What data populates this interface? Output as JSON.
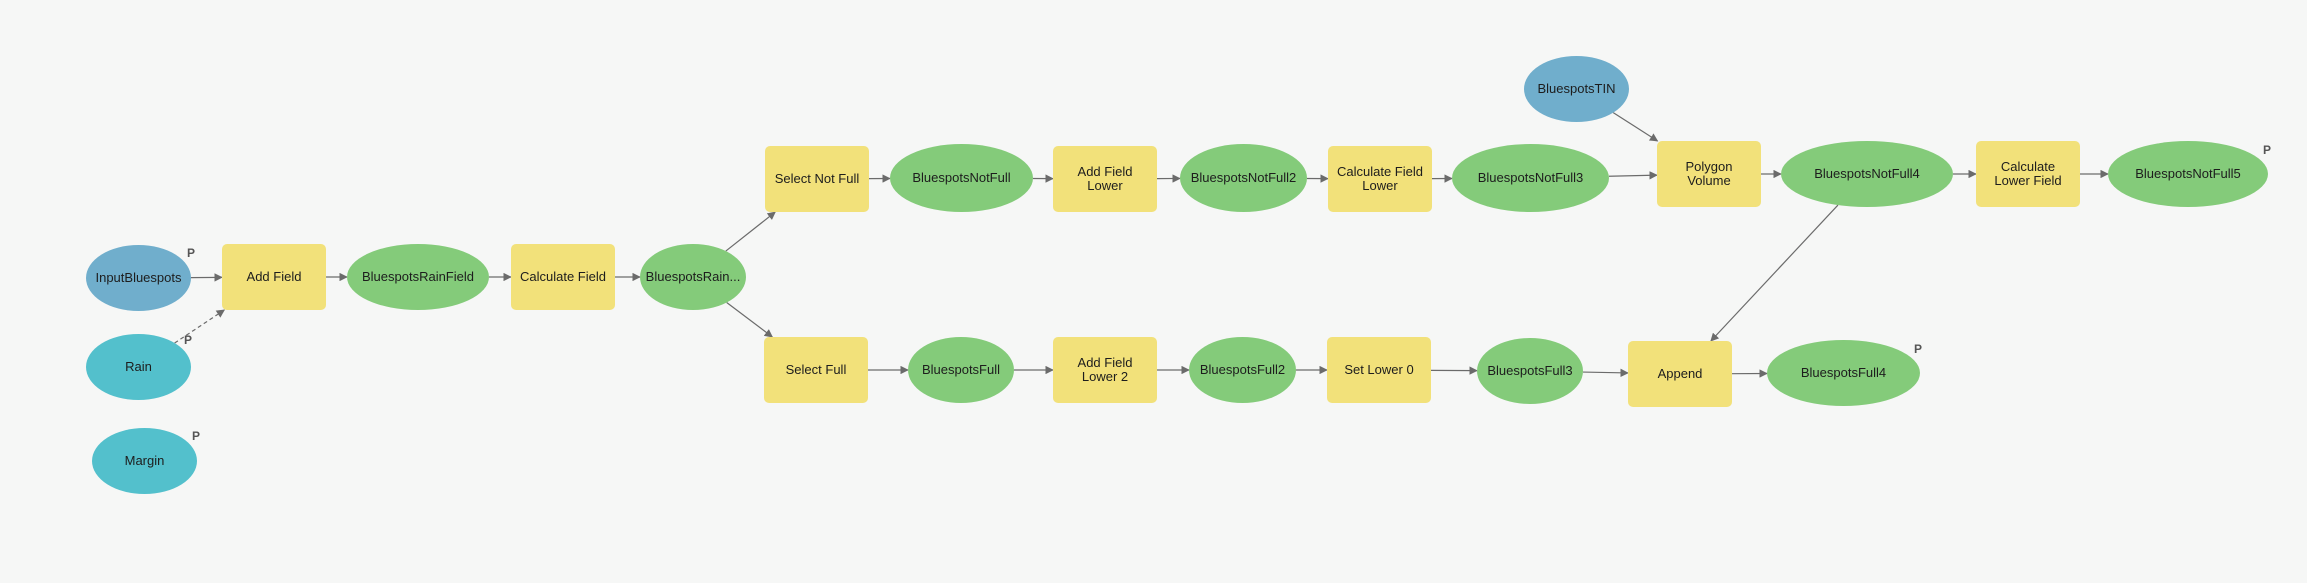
{
  "nodes": {
    "input_bluespots": "InputBluespots",
    "rain": "Rain",
    "margin": "Margin",
    "add_field": "Add Field",
    "bluespots_rain_field": "BluespotsRainField",
    "calculate_field": "Calculate Field",
    "bluespots_rain_trunc": "BluespotsRain...",
    "select_not_full": "Select Not Full",
    "bluespots_not_full": "BluespotsNotFull",
    "add_field_lower": "Add Field Lower",
    "bluespots_not_full2": "BluespotsNotFull2",
    "calculate_field_lower": "Calculate Field Lower",
    "bluespots_not_full3": "BluespotsNotFull3",
    "bluespots_tin": "BluespotsTIN",
    "polygon_volume": "Polygon Volume",
    "bluespots_not_full4": "BluespotsNotFull4",
    "calculate_lower_field": "Calculate Lower Field",
    "bluespots_not_full5": "BluespotsNotFull5",
    "select_full": "Select Full",
    "bluespots_full": "BluespotsFull",
    "add_field_lower_2": "Add Field Lower 2",
    "bluespots_full2": "BluespotsFull2",
    "set_lower_0": "Set Lower 0",
    "bluespots_full3": "BluespotsFull3",
    "append": "Append",
    "bluespots_full4": "BluespotsFull4"
  },
  "parameter_marker": "P",
  "colors": {
    "background": "#f6f7f6",
    "tool": "#f2e17a",
    "derived_data": "#84cb7a",
    "input_data": "#70aecc",
    "variable": "#53c0cc",
    "connector": "#6b6b6b"
  },
  "connections": [
    {
      "from": "input_bluespots",
      "to": "add_field"
    },
    {
      "from": "rain",
      "to": "add_field",
      "style": "dashed"
    },
    {
      "from": "add_field",
      "to": "bluespots_rain_field"
    },
    {
      "from": "bluespots_rain_field",
      "to": "calculate_field"
    },
    {
      "from": "calculate_field",
      "to": "bluespots_rain_trunc"
    },
    {
      "from": "bluespots_rain_trunc",
      "to": "select_not_full"
    },
    {
      "from": "bluespots_rain_trunc",
      "to": "select_full"
    },
    {
      "from": "select_not_full",
      "to": "bluespots_not_full"
    },
    {
      "from": "bluespots_not_full",
      "to": "add_field_lower"
    },
    {
      "from": "add_field_lower",
      "to": "bluespots_not_full2"
    },
    {
      "from": "bluespots_not_full2",
      "to": "calculate_field_lower"
    },
    {
      "from": "calculate_field_lower",
      "to": "bluespots_not_full3"
    },
    {
      "from": "bluespots_not_full3",
      "to": "polygon_volume"
    },
    {
      "from": "bluespots_tin",
      "to": "polygon_volume"
    },
    {
      "from": "polygon_volume",
      "to": "bluespots_not_full4"
    },
    {
      "from": "bluespots_not_full4",
      "to": "calculate_lower_field"
    },
    {
      "from": "calculate_lower_field",
      "to": "bluespots_not_full5"
    },
    {
      "from": "bluespots_not_full4",
      "to": "append"
    },
    {
      "from": "select_full",
      "to": "bluespots_full"
    },
    {
      "from": "bluespots_full",
      "to": "add_field_lower_2"
    },
    {
      "from": "add_field_lower_2",
      "to": "bluespots_full2"
    },
    {
      "from": "bluespots_full2",
      "to": "set_lower_0"
    },
    {
      "from": "set_lower_0",
      "to": "bluespots_full3"
    },
    {
      "from": "bluespots_full3",
      "to": "append"
    },
    {
      "from": "append",
      "to": "bluespots_full4"
    }
  ]
}
